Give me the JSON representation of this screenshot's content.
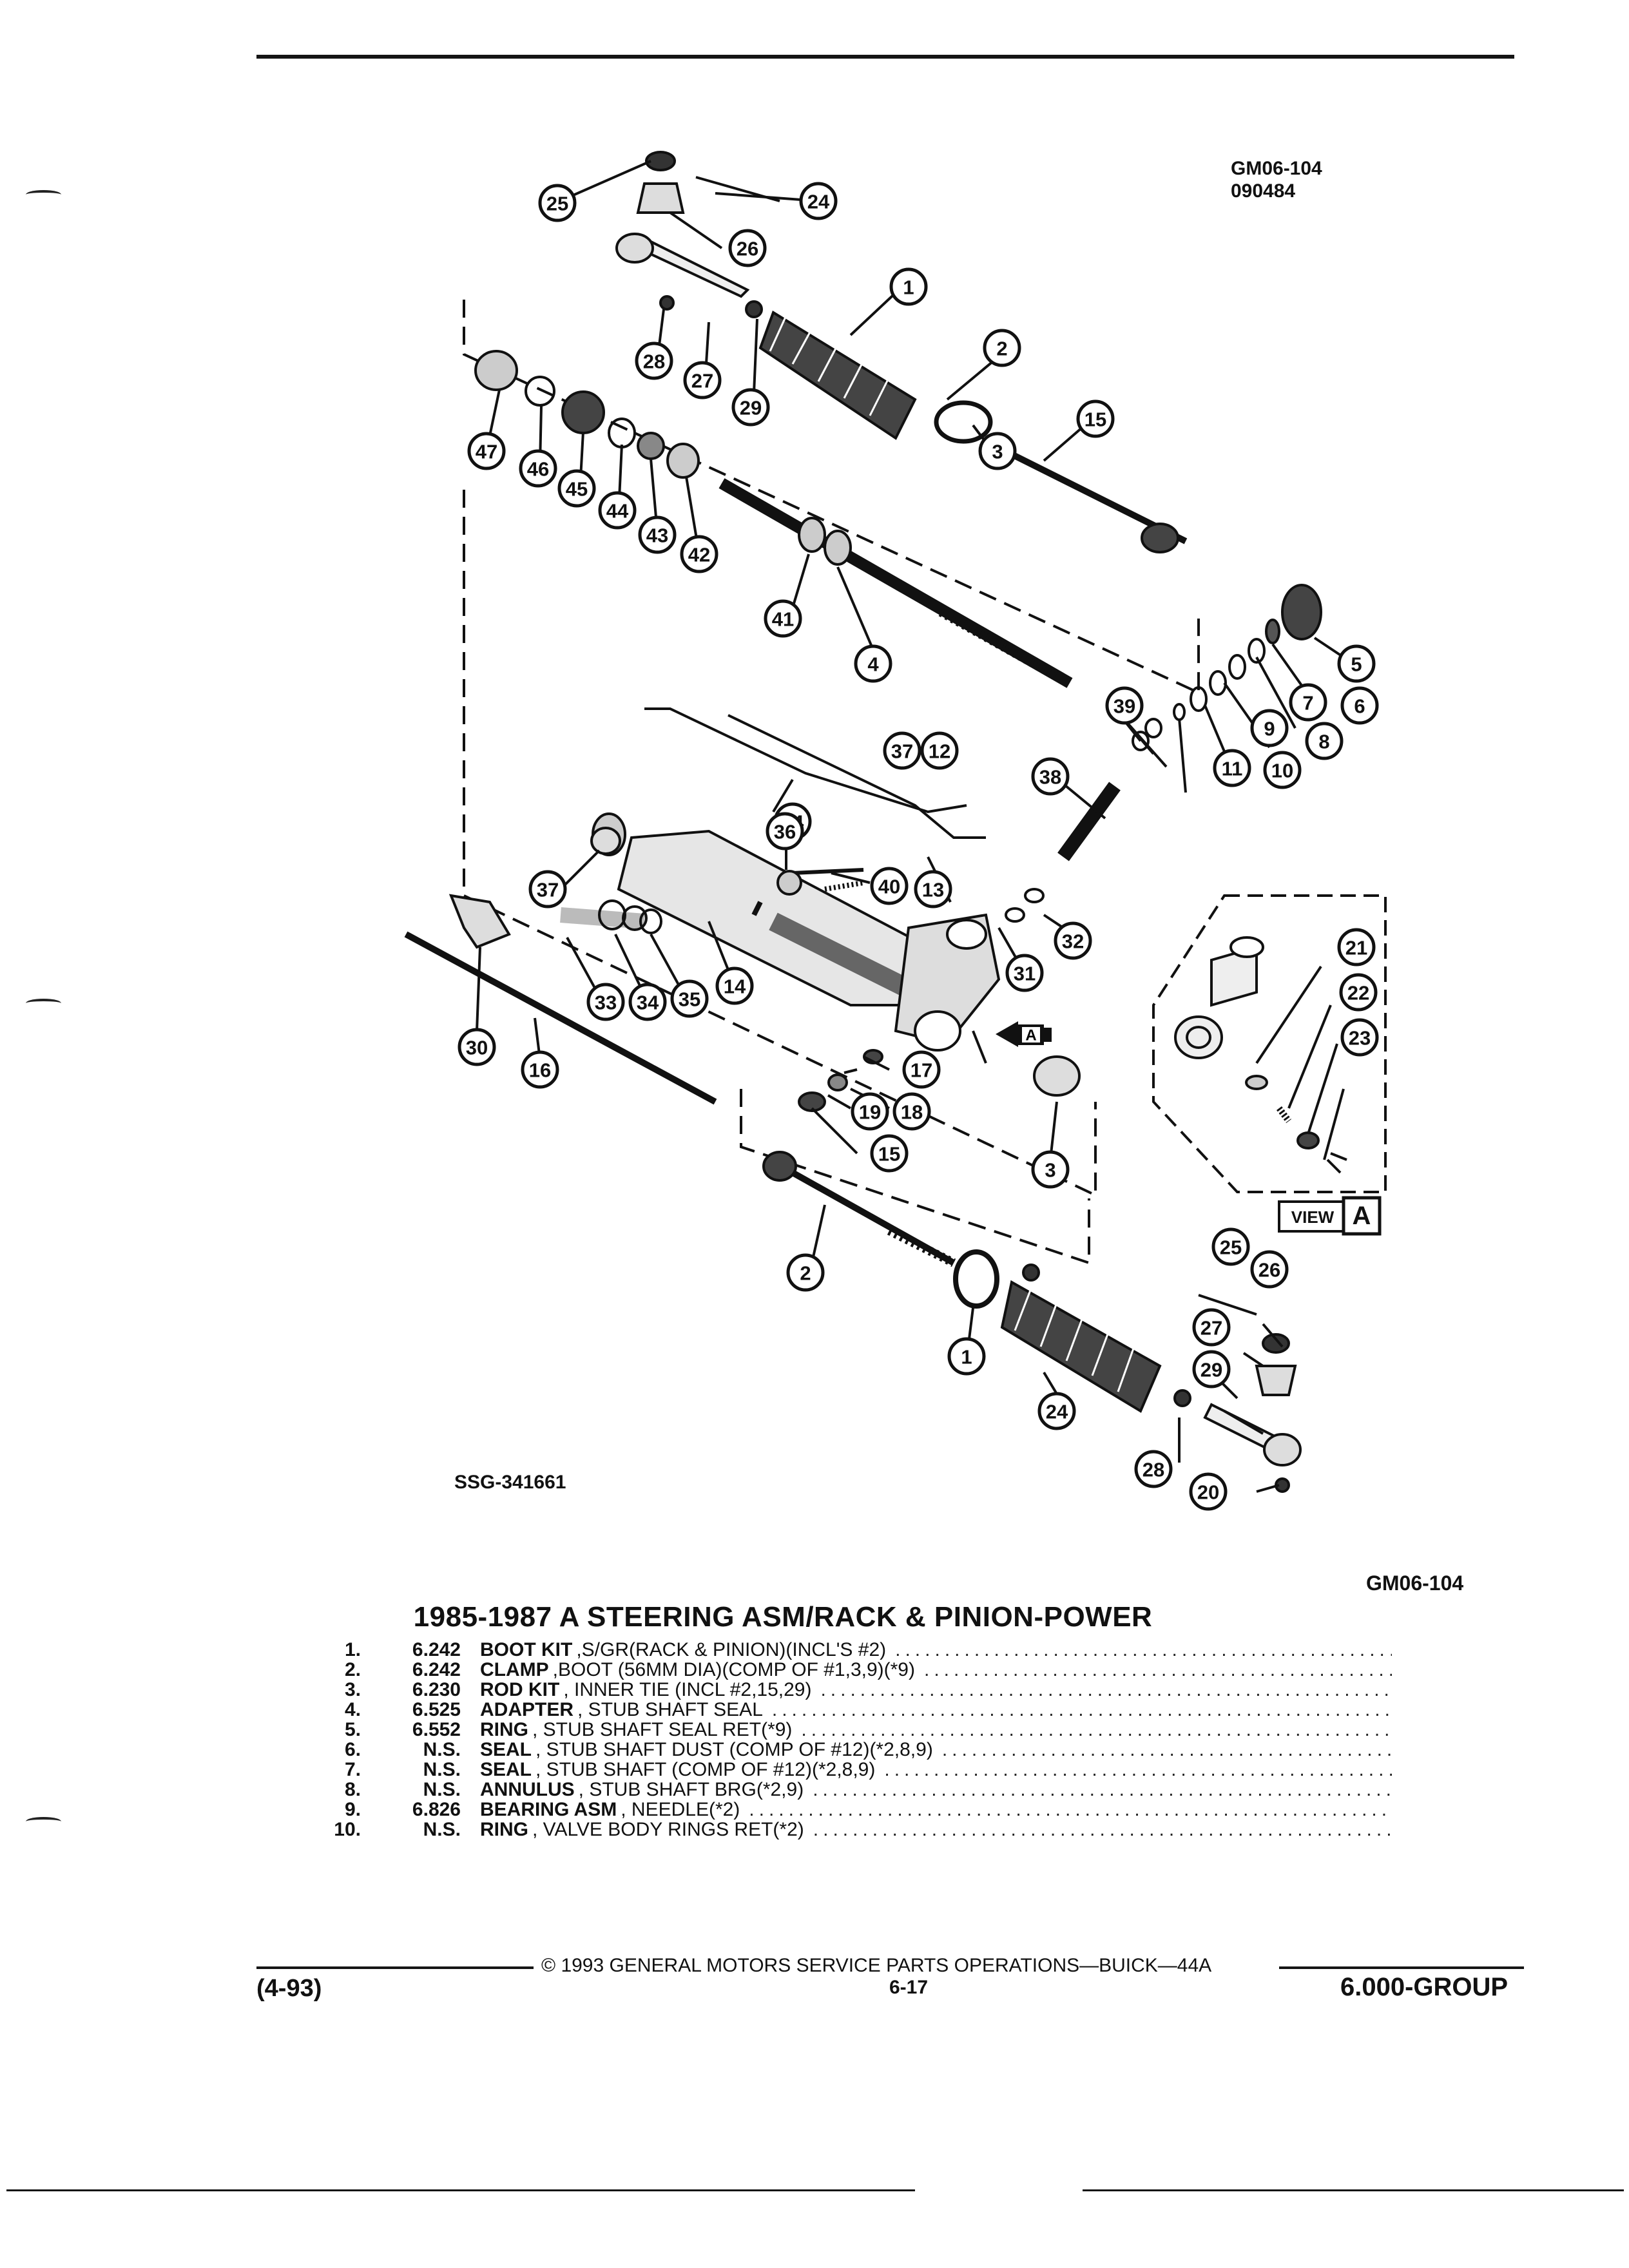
{
  "header": {
    "diagram_code": "GM06-104",
    "date_code": "090484"
  },
  "figure": {
    "ssg_code": "SSG-341661",
    "view_label": "VIEW",
    "view_letter": "A",
    "view_arrow_letter": "A",
    "callouts": [
      "25",
      "24",
      "26",
      "1",
      "28",
      "27",
      "29",
      "2",
      "3",
      "15",
      "47",
      "46",
      "45",
      "44",
      "43",
      "42",
      "41",
      "4",
      "5",
      "6",
      "7",
      "8",
      "9",
      "10",
      "11",
      "39",
      "37",
      "12",
      "38",
      "34",
      "36",
      "40",
      "37",
      "13",
      "32",
      "33",
      "34",
      "35",
      "14",
      "31",
      "30",
      "16",
      "17",
      "18",
      "19",
      "15",
      "3",
      "2",
      "1",
      "24",
      "25",
      "26",
      "27",
      "29",
      "28",
      "20",
      "21",
      "22",
      "23"
    ]
  },
  "caption_code": "GM06-104",
  "title": "1985-1987 A STEERING ASM/RACK & PINION-POWER",
  "parts": [
    {
      "num": "1.",
      "ref": "6.242",
      "name": "BOOT KIT",
      "desc": ",S/GR(RACK & PINION)(INCL'S #2)"
    },
    {
      "num": "2.",
      "ref": "6.242",
      "name": "CLAMP",
      "desc": ",BOOT (56MM DIA)(COMP OF #1,3,9)(*9)"
    },
    {
      "num": "3.",
      "ref": "6.230",
      "name": "ROD KIT",
      "desc": ", INNER TIE (INCL #2,15,29)"
    },
    {
      "num": "4.",
      "ref": "6.525",
      "name": "ADAPTER",
      "desc": ", STUB SHAFT SEAL"
    },
    {
      "num": "5.",
      "ref": "6.552",
      "name": "RING",
      "desc": ", STUB SHAFT SEAL RET(*9)"
    },
    {
      "num": "6.",
      "ref": "N.S.",
      "name": "SEAL",
      "desc": ", STUB SHAFT DUST (COMP OF #12)(*2,8,9)"
    },
    {
      "num": "7.",
      "ref": "N.S.",
      "name": "SEAL",
      "desc": ", STUB SHAFT (COMP OF #12)(*2,8,9)"
    },
    {
      "num": "8.",
      "ref": "N.S.",
      "name": "ANNULUS",
      "desc": ", STUB SHAFT BRG(*2,9)"
    },
    {
      "num": "9.",
      "ref": "6.826",
      "name": "BEARING ASM",
      "desc": ", NEEDLE(*2)"
    },
    {
      "num": "10.",
      "ref": "N.S.",
      "name": "RING",
      "desc": ", VALVE BODY RINGS RET(*2)"
    }
  ],
  "footer": {
    "copyright": "© 1993 GENERAL MOTORS SERVICE PARTS OPERATIONS—BUICK—44A",
    "date": "(4-93)",
    "page": "6-17",
    "group": "6.000-GROUP"
  }
}
